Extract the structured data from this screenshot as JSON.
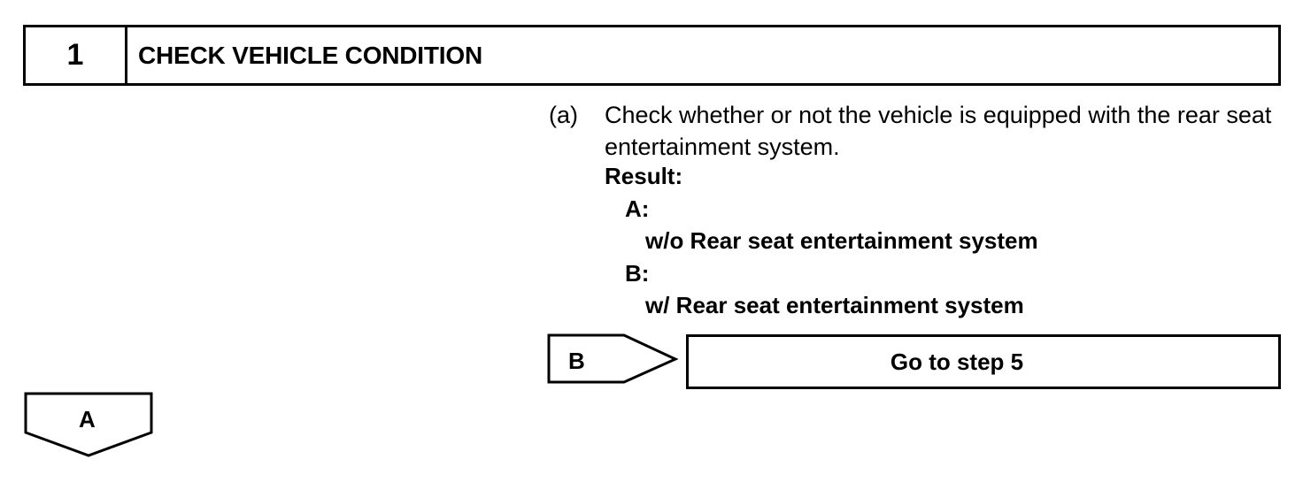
{
  "step": {
    "number": "1",
    "title": "CHECK VEHICLE CONDITION"
  },
  "instruction": {
    "marker": "(a)",
    "text": "Check whether or not the vehicle is equipped with the rear seat entertainment system."
  },
  "result": {
    "label": "Result:",
    "options": [
      {
        "letter": "A:",
        "description": "w/o Rear seat entertainment system"
      },
      {
        "letter": "B:",
        "description": "w/ Rear seat entertainment system"
      }
    ]
  },
  "branches": {
    "b": {
      "tag": "B",
      "action": "Go to step 5"
    },
    "a": {
      "tag": "A"
    }
  }
}
